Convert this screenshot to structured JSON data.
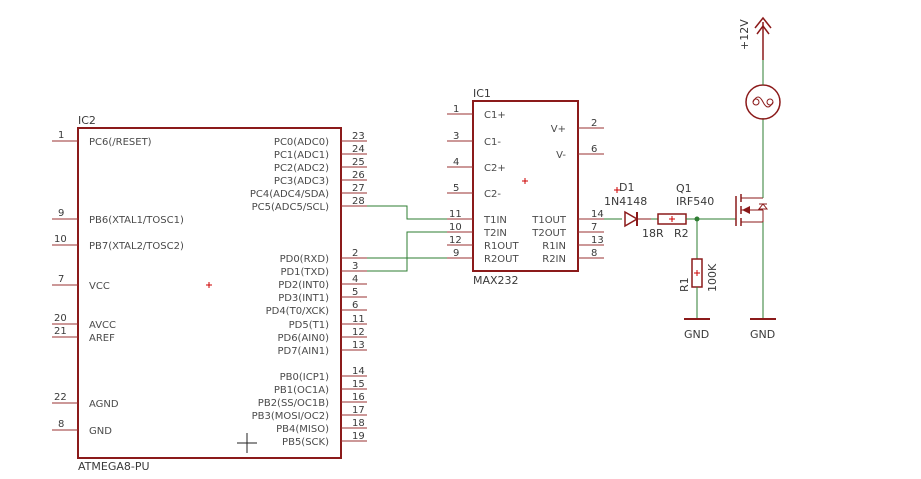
{
  "colors": {
    "part": "#8b1a1a",
    "wire": "#2e7d32",
    "pin": "#9a3030",
    "text": "#3a3a3a"
  },
  "ic2": {
    "ref": "IC2",
    "value": "ATMEGA8-PU",
    "left_pins": [
      {
        "num": "1",
        "name": "PC6(/RESET)"
      },
      {
        "num": "9",
        "name": "PB6(XTAL1/TOSC1)"
      },
      {
        "num": "10",
        "name": "PB7(XTAL2/TOSC2)"
      },
      {
        "num": "7",
        "name": "VCC"
      },
      {
        "num": "20",
        "name": "AVCC"
      },
      {
        "num": "21",
        "name": "AREF"
      },
      {
        "num": "22",
        "name": "AGND"
      },
      {
        "num": "8",
        "name": "GND"
      }
    ],
    "right_pins": [
      {
        "num": "23",
        "name": "PC0(ADC0)"
      },
      {
        "num": "24",
        "name": "PC1(ADC1)"
      },
      {
        "num": "25",
        "name": "PC2(ADC2)"
      },
      {
        "num": "26",
        "name": "PC3(ADC3)"
      },
      {
        "num": "27",
        "name": "PC4(ADC4/SDA)"
      },
      {
        "num": "28",
        "name": "PC5(ADC5/SCL)"
      },
      {
        "num": "2",
        "name": "PD0(RXD)"
      },
      {
        "num": "3",
        "name": "PD1(TXD)"
      },
      {
        "num": "4",
        "name": "PD2(INT0)"
      },
      {
        "num": "5",
        "name": "PD3(INT1)"
      },
      {
        "num": "6",
        "name": "PD4(T0/XCK)"
      },
      {
        "num": "11",
        "name": "PD5(T1)"
      },
      {
        "num": "12",
        "name": "PD6(AIN0)"
      },
      {
        "num": "13",
        "name": "PD7(AIN1)"
      },
      {
        "num": "14",
        "name": "PB0(ICP1)"
      },
      {
        "num": "15",
        "name": "PB1(OC1A)"
      },
      {
        "num": "16",
        "name": "PB2(SS/OC1B)"
      },
      {
        "num": "17",
        "name": "PB3(MOSI/OC2)"
      },
      {
        "num": "18",
        "name": "PB4(MISO)"
      },
      {
        "num": "19",
        "name": "PB5(SCK)"
      }
    ]
  },
  "ic1": {
    "ref": "IC1",
    "value": "MAX232",
    "left_pins": [
      {
        "num": "1",
        "name": "C1+"
      },
      {
        "num": "3",
        "name": "C1-"
      },
      {
        "num": "4",
        "name": "C2+"
      },
      {
        "num": "5",
        "name": "C2-"
      },
      {
        "num": "11",
        "name": "T1IN"
      },
      {
        "num": "10",
        "name": "T2IN"
      },
      {
        "num": "12",
        "name": "R1OUT"
      },
      {
        "num": "9",
        "name": "R2OUT"
      }
    ],
    "right_pins": [
      {
        "num": "2",
        "name": "V+"
      },
      {
        "num": "6",
        "name": "V-"
      },
      {
        "num": "14",
        "name": "T1OUT"
      },
      {
        "num": "7",
        "name": "T2OUT"
      },
      {
        "num": "13",
        "name": "R1IN"
      },
      {
        "num": "8",
        "name": "R2IN"
      }
    ]
  },
  "d1": {
    "ref": "D1",
    "value": "1N4148"
  },
  "r2": {
    "ref": "R2",
    "value": "18R"
  },
  "r1": {
    "ref": "R1",
    "value": "100K"
  },
  "q1": {
    "ref": "Q1",
    "value": "IRF540"
  },
  "supply": {
    "label": "+12V"
  },
  "gnd": {
    "label": "GND"
  }
}
